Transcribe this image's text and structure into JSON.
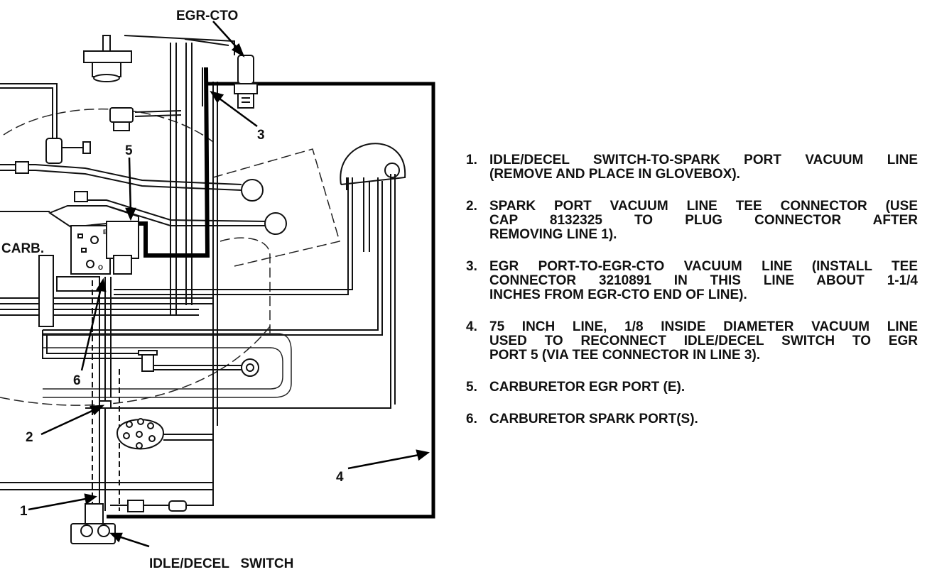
{
  "labels": {
    "egr_cto": "EGR-CTO",
    "carb": "CARB.",
    "idle_decel_switch": "IDLE/DECEL   SWITCH",
    "callout_1": "1",
    "callout_2": "2",
    "callout_3": "3",
    "callout_4": "4",
    "callout_5": "5",
    "callout_6": "6",
    "carb_port_e": "E",
    "carb_port_o": "O"
  },
  "legend": [
    {
      "number": "1.",
      "lines": [
        "IDLE/DECEL SWITCH-TO-SPARK PORT VACUUM LINE",
        "(REMOVE AND PLACE IN GLOVEBOX)."
      ]
    },
    {
      "number": "2.",
      "lines": [
        "SPARK PORT VACUUM LINE TEE CONNECTOR (USE",
        "CAP 8132325 TO PLUG CONNECTOR AFTER",
        "REMOVING LINE 1)."
      ]
    },
    {
      "number": "3.",
      "lines": [
        "EGR PORT-TO-EGR-CTO VACUUM LINE (INSTALL TEE",
        "CONNECTOR 3210891 IN THIS LINE ABOUT 1-1/4",
        "INCHES FROM EGR-CTO END OF LINE)."
      ]
    },
    {
      "number": "4.",
      "lines": [
        "75 INCH LINE, 1/8 INSIDE DIAMETER VACUUM LINE",
        "USED TO RECONNECT IDLE/DECEL SWITCH TO EGR",
        "PORT 5 (VIA TEE CONNECTOR IN LINE 3)."
      ]
    },
    {
      "number": "5.",
      "lines": [
        "CARBURETOR EGR PORT (E)."
      ]
    },
    {
      "number": "6.",
      "lines": [
        "CARBURETOR SPARK PORT(S)."
      ]
    }
  ]
}
